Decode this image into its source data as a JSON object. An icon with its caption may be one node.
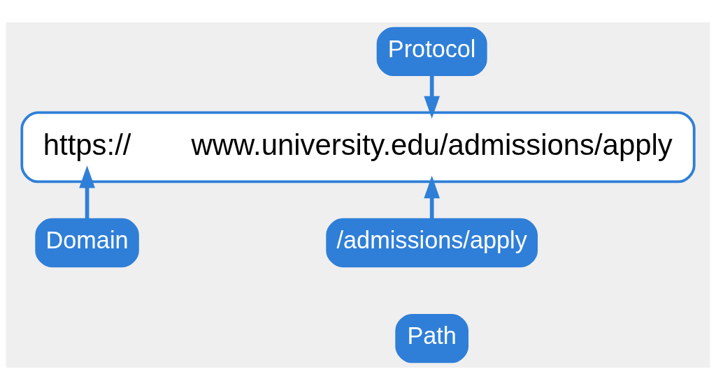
{
  "diagram": {
    "nodes": [
      {
        "text": [],
        "shape": "box"
      },
      {
        "text": [
          "https://"
        ],
        "in": 0
      },
      {
        "text": [
          "www.university.edu/admissions/apply"
        ],
        "in": 0
      },
      {
        "text": [
          "Protocol"
        ]
      },
      {
        "text": [
          "Domain"
        ]
      },
      {
        "text": [
          "/admissions/apply"
        ]
      },
      {
        "text": [
          "Path"
        ]
      }
    ],
    "edges": [
      {
        "from": 3,
        "to": 0,
        "arrow": "to"
      },
      {
        "from": 4,
        "to": 1,
        "arrow": "to"
      },
      {
        "from": 5,
        "to": 0,
        "arrow": "to"
      }
    ]
  }
}
